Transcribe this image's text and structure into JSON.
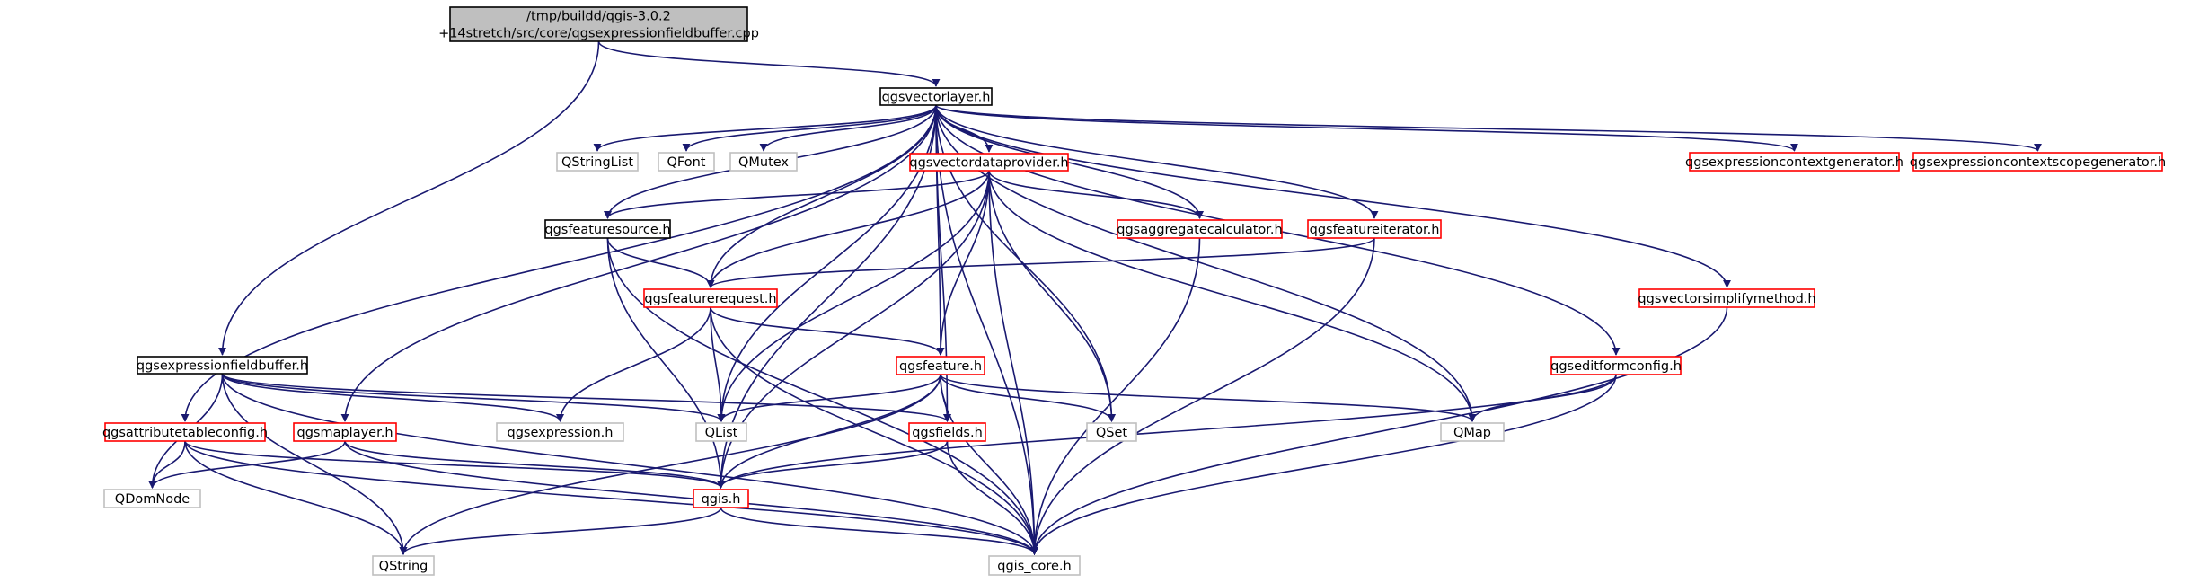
{
  "colors": {
    "edge": "#191970",
    "border_black": "#000000",
    "border_red": "#ff0000",
    "border_gray": "#bfbfbf",
    "fill_root": "#bfbfbf",
    "fill_default": "#ffffff",
    "text": "#000000"
  },
  "nodes": [
    {
      "id": "root",
      "lines": [
        "/tmp/buildd/qgis-3.0.2",
        "+14stretch/src/core/qgsexpressionfieldbuffer.cpp"
      ],
      "style": "root"
    },
    {
      "id": "qgsvectorlayer",
      "lines": [
        "qgsvectorlayer.h"
      ],
      "style": "black"
    },
    {
      "id": "qgsexpressionfieldbuffer",
      "lines": [
        "qgsexpressionfieldbuffer.h"
      ],
      "style": "black"
    },
    {
      "id": "qstringlist",
      "lines": [
        "QStringList"
      ],
      "style": "gray"
    },
    {
      "id": "qfont",
      "lines": [
        "QFont"
      ],
      "style": "gray"
    },
    {
      "id": "qmutex",
      "lines": [
        "QMutex"
      ],
      "style": "gray"
    },
    {
      "id": "qgsvectordataprovider",
      "lines": [
        "qgsvectordataprovider.h"
      ],
      "style": "red"
    },
    {
      "id": "qgsexpressioncontextgenerator",
      "lines": [
        "qgsexpressioncontextgenerator.h"
      ],
      "style": "red"
    },
    {
      "id": "qgsexpressioncontextscopegenerator",
      "lines": [
        "qgsexpressioncontextscopegenerator.h"
      ],
      "style": "red"
    },
    {
      "id": "qgsfeaturesource",
      "lines": [
        "qgsfeaturesource.h"
      ],
      "style": "black"
    },
    {
      "id": "qgsaggregatecalculator",
      "lines": [
        "qgsaggregatecalculator.h"
      ],
      "style": "red"
    },
    {
      "id": "qgsfeatureiterator",
      "lines": [
        "qgsfeatureiterator.h"
      ],
      "style": "red"
    },
    {
      "id": "qgsfeaturerequest",
      "lines": [
        "qgsfeaturerequest.h"
      ],
      "style": "red"
    },
    {
      "id": "qgsvectorsimplifymethod",
      "lines": [
        "qgsvectorsimplifymethod.h"
      ],
      "style": "red"
    },
    {
      "id": "qgsfeature",
      "lines": [
        "qgsfeature.h"
      ],
      "style": "red"
    },
    {
      "id": "qgseditformconfig",
      "lines": [
        "qgseditformconfig.h"
      ],
      "style": "red"
    },
    {
      "id": "qgsattributetableconfig",
      "lines": [
        "qgsattributetableconfig.h"
      ],
      "style": "red"
    },
    {
      "id": "qgsmaplayer",
      "lines": [
        "qgsmaplayer.h"
      ],
      "style": "red"
    },
    {
      "id": "qgsexpression",
      "lines": [
        "qgsexpression.h"
      ],
      "style": "gray"
    },
    {
      "id": "qlist",
      "lines": [
        "QList"
      ],
      "style": "gray"
    },
    {
      "id": "qgsfields",
      "lines": [
        "qgsfields.h"
      ],
      "style": "red"
    },
    {
      "id": "qset",
      "lines": [
        "QSet"
      ],
      "style": "gray"
    },
    {
      "id": "qmap",
      "lines": [
        "QMap"
      ],
      "style": "gray"
    },
    {
      "id": "qdomnode",
      "lines": [
        "QDomNode"
      ],
      "style": "gray"
    },
    {
      "id": "qgis",
      "lines": [
        "qgis.h"
      ],
      "style": "red"
    },
    {
      "id": "qstring",
      "lines": [
        "QString"
      ],
      "style": "gray"
    },
    {
      "id": "qgis_core",
      "lines": [
        "qgis_core.h"
      ],
      "style": "gray"
    }
  ],
  "edges": [
    [
      "root",
      "qgsvectorlayer"
    ],
    [
      "root",
      "qgsexpressionfieldbuffer"
    ],
    [
      "qgsvectorlayer",
      "qstringlist"
    ],
    [
      "qgsvectorlayer",
      "qfont"
    ],
    [
      "qgsvectorlayer",
      "qmutex"
    ],
    [
      "qgsvectorlayer",
      "qgsvectordataprovider"
    ],
    [
      "qgsvectorlayer",
      "qgsexpressioncontextgenerator"
    ],
    [
      "qgsvectorlayer",
      "qgsexpressioncontextscopegenerator"
    ],
    [
      "qgsvectorlayer",
      "qgsfeaturesource"
    ],
    [
      "qgsvectorlayer",
      "qgsaggregatecalculator"
    ],
    [
      "qgsvectorlayer",
      "qgsfeatureiterator"
    ],
    [
      "qgsvectorlayer",
      "qgsfeaturerequest"
    ],
    [
      "qgsvectorlayer",
      "qgsvectorsimplifymethod"
    ],
    [
      "qgsvectorlayer",
      "qgsfeature"
    ],
    [
      "qgsvectorlayer",
      "qgseditformconfig"
    ],
    [
      "qgsvectorlayer",
      "qgsattributetableconfig"
    ],
    [
      "qgsvectorlayer",
      "qgsmaplayer"
    ],
    [
      "qgsvectorlayer",
      "qlist"
    ],
    [
      "qgsvectorlayer",
      "qset"
    ],
    [
      "qgsvectorlayer",
      "qmap"
    ],
    [
      "qgsvectorlayer",
      "qgsfields"
    ],
    [
      "qgsvectorlayer",
      "qgis"
    ],
    [
      "qgsvectorlayer",
      "qgis_core"
    ],
    [
      "qgsvectordataprovider",
      "qgsfeaturesource"
    ],
    [
      "qgsvectordataprovider",
      "qgsaggregatecalculator"
    ],
    [
      "qgsvectordataprovider",
      "qgsfeaturerequest"
    ],
    [
      "qgsvectordataprovider",
      "qgsfeature"
    ],
    [
      "qgsvectordataprovider",
      "qlist"
    ],
    [
      "qgsvectordataprovider",
      "qset"
    ],
    [
      "qgsvectordataprovider",
      "qmap"
    ],
    [
      "qgsvectordataprovider",
      "qgis"
    ],
    [
      "qgsvectordataprovider",
      "qgis_core"
    ],
    [
      "qgsfeaturesource",
      "qgsfeaturerequest"
    ],
    [
      "qgsfeaturesource",
      "qgis"
    ],
    [
      "qgsfeaturesource",
      "qgis_core"
    ],
    [
      "qgsaggregatecalculator",
      "qgis_core"
    ],
    [
      "qgsfeatureiterator",
      "qgsfeaturerequest"
    ],
    [
      "qgsfeatureiterator",
      "qgis_core"
    ],
    [
      "qgsfeaturerequest",
      "qgsfeature"
    ],
    [
      "qgsfeaturerequest",
      "qgsexpression"
    ],
    [
      "qgsfeaturerequest",
      "qlist"
    ],
    [
      "qgsfeaturerequest",
      "qgis_core"
    ],
    [
      "qgsvectorsimplifymethod",
      "qgis_core"
    ],
    [
      "qgsfeature",
      "qlist"
    ],
    [
      "qgsfeature",
      "qgsfields"
    ],
    [
      "qgsfeature",
      "qset"
    ],
    [
      "qgsfeature",
      "qmap"
    ],
    [
      "qgsfeature",
      "qgis"
    ],
    [
      "qgsfeature",
      "qstring"
    ],
    [
      "qgsfeature",
      "qgis_core"
    ],
    [
      "qgseditformconfig",
      "qmap"
    ],
    [
      "qgseditformconfig",
      "qgis"
    ],
    [
      "qgseditformconfig",
      "qgis_core"
    ],
    [
      "qgsexpressionfieldbuffer",
      "qgsexpression"
    ],
    [
      "qgsexpressionfieldbuffer",
      "qlist"
    ],
    [
      "qgsexpressionfieldbuffer",
      "qgsfields"
    ],
    [
      "qgsexpressionfieldbuffer",
      "qdomnode"
    ],
    [
      "qgsexpressionfieldbuffer",
      "qstring"
    ],
    [
      "qgsexpressionfieldbuffer",
      "qgis_core"
    ],
    [
      "qgsattributetableconfig",
      "qdomnode"
    ],
    [
      "qgsattributetableconfig",
      "qstring"
    ],
    [
      "qgsattributetableconfig",
      "qgis"
    ],
    [
      "qgsattributetableconfig",
      "qgis_core"
    ],
    [
      "qgsmaplayer",
      "qdomnode"
    ],
    [
      "qgsmaplayer",
      "qgis"
    ],
    [
      "qgsmaplayer",
      "qgis_core"
    ],
    [
      "qgsfields",
      "qgis"
    ],
    [
      "qgsfields",
      "qgis_core"
    ],
    [
      "qgis",
      "qstring"
    ],
    [
      "qgis",
      "qgis_core"
    ]
  ]
}
